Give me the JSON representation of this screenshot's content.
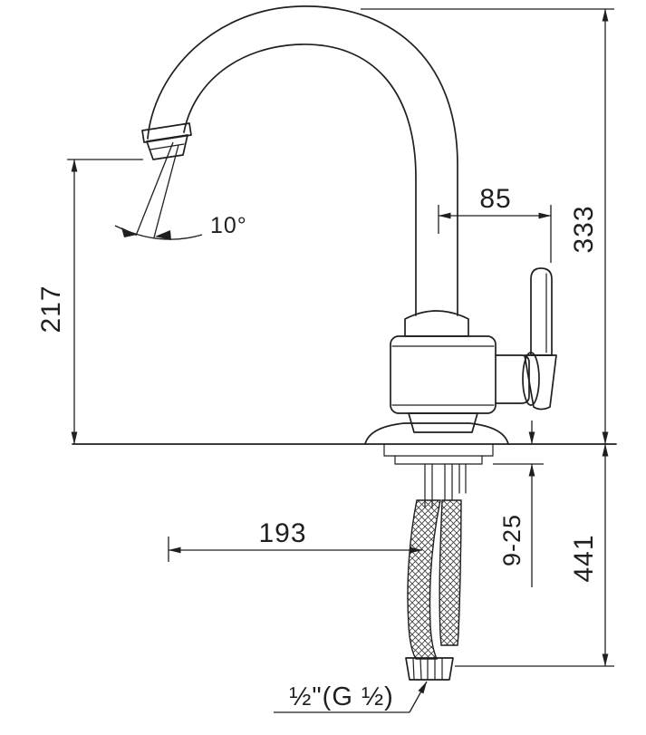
{
  "page": {
    "background": "#ffffff"
  },
  "drawing": {
    "subject": "gooseneck kitchen faucet installation dimension drawing",
    "line_color": "#1f1f1f",
    "dimensions": {
      "spout_height": "217",
      "overall_height": "333",
      "under_counter_height": "441",
      "spout_to_handle": "85",
      "spout_reach": "193",
      "counter_thickness": "9-25",
      "spout_angle": "10°",
      "thread_size": "½\"(G ½)"
    }
  }
}
